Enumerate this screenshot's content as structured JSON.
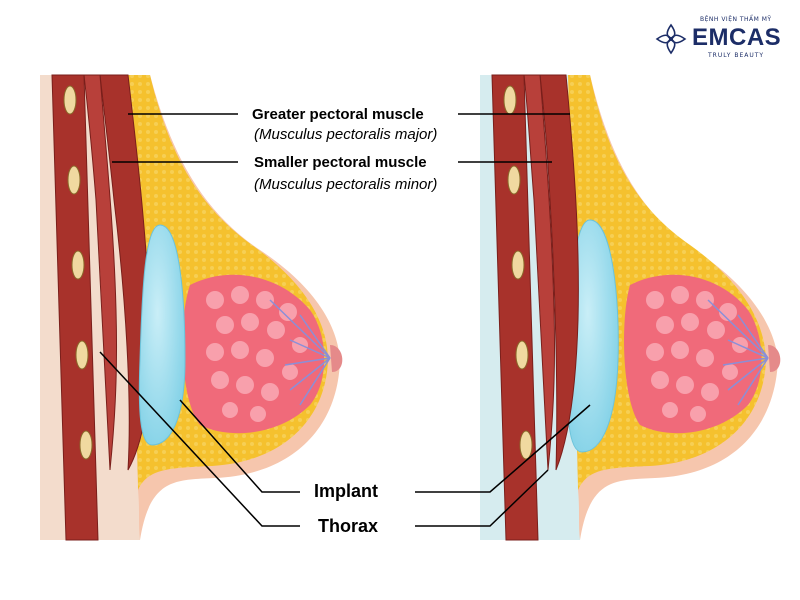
{
  "logo": {
    "name": "EMCAS",
    "top_text": "BỆNH VIỆN THẨM MỸ",
    "tagline": "TRULY BEAUTY",
    "icon": "flower-icon",
    "color": "#1c2d67"
  },
  "labels": {
    "greater_pectoral": "Greater pectoral muscle",
    "greater_pectoral_latin": "(Musculus pectoralis major)",
    "smaller_pectoral": "Smaller pectoral muscle",
    "smaller_pectoral_latin": "(Musculus pectoralis minor)",
    "implant": "Implant",
    "thorax": "Thorax"
  },
  "colors": {
    "skin": "#f6c6ad",
    "skin_light": "#fbe3d5",
    "fat": "#f5c12e",
    "muscle": "#a8322b",
    "muscle_dark": "#7a1f1b",
    "implant": "#8fd9ec",
    "implant_light": "#c9eef7",
    "gland": "#f06a7a",
    "duct": "#8a8fd8",
    "rib": "#f0d9a0"
  }
}
